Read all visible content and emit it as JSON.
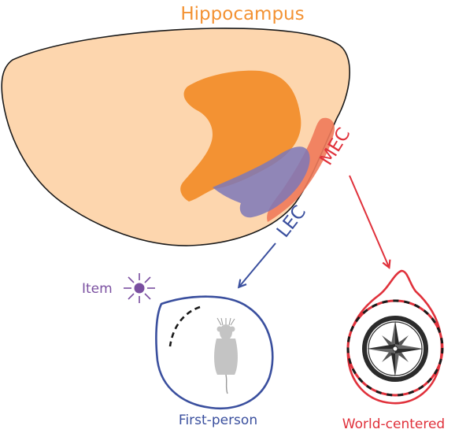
{
  "labels": {
    "hippocampus": "Hippocampus",
    "mec": "MEC",
    "lec": "LEC",
    "item": "Item",
    "first_person": "First-person",
    "world_centered": "World-centered"
  },
  "colors": {
    "brain_fill": "#fdd6ae",
    "brain_stroke": "#1a1a1a",
    "hippocampus": "#f39233",
    "mec": "#f07a5a",
    "lec": "#7c78b8",
    "item": "#7a4fa0",
    "first_person": "#3a4f9e",
    "world_centered": "#e0313b",
    "mouse": "#c4c4c4"
  },
  "icons": [
    "brain-outline",
    "sun-item-icon",
    "mouse-icon",
    "compass-rose-icon",
    "arrow-icon"
  ]
}
